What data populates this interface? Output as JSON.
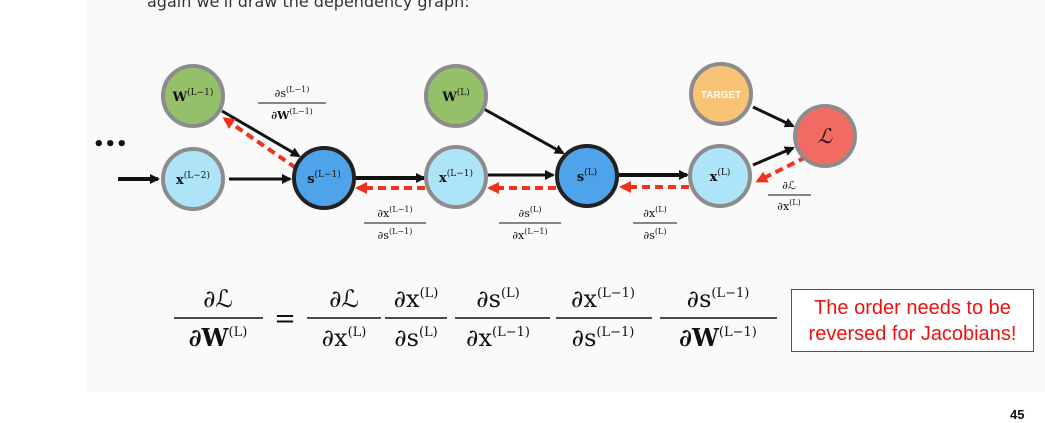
{
  "slide": {
    "intro_text": "again we'll draw the dependency graph:",
    "ellipsis": "•••",
    "page_number": "45",
    "note_line1": "The order needs to be",
    "note_line2": "reversed for Jacobians!"
  },
  "nodes": {
    "w_prev": {
      "base": "W",
      "sup": "(L−1)"
    },
    "w_curr": {
      "base": "W",
      "sup": "(L)"
    },
    "target": {
      "label": "TARGET"
    },
    "loss": {
      "label": "ℒ"
    },
    "x_prev2": {
      "base": "x",
      "sup": "(L−2)"
    },
    "s_prev": {
      "base": "s",
      "sup": "(L−1)"
    },
    "x_prev": {
      "base": "x",
      "sup": "(L−1)"
    },
    "s_curr": {
      "base": "s",
      "sup": "(L)"
    },
    "x_curr": {
      "base": "x",
      "sup": "(L)"
    }
  },
  "edge_labels": {
    "ds_dw": {
      "num": "∂s",
      "num_sup": "(L−1)",
      "den": "∂W",
      "den_sup": "(L−1)"
    },
    "dx_ds_prev": {
      "num": "∂x",
      "num_sup": "(L−1)",
      "den": "∂s",
      "den_sup": "(L−1)"
    },
    "ds_dx": {
      "num": "∂s",
      "num_sup": "(L)",
      "den": "∂x",
      "den_sup": "(L−1)"
    },
    "dx_ds_curr": {
      "num": "∂x",
      "num_sup": "(L)",
      "den": "∂s",
      "den_sup": "(L)"
    },
    "dl_dx": {
      "num": "∂ℒ",
      "den": "∂x",
      "den_sup": "(L)"
    }
  },
  "equation": {
    "lhs": {
      "num": "∂ℒ",
      "den": "∂W",
      "den_sup": "(L)"
    },
    "equals": "=",
    "terms": [
      {
        "num": "∂ℒ",
        "num_sup": "",
        "den": "∂x",
        "den_sup": "(L)"
      },
      {
        "num": "∂x",
        "num_sup": "(L)",
        "den": "∂s",
        "den_sup": "(L)"
      },
      {
        "num": "∂s",
        "num_sup": "(L)",
        "den": "∂x",
        "den_sup": "(L−1)"
      },
      {
        "num": "∂x",
        "num_sup": "(L−1)",
        "den": "∂s",
        "den_sup": "(L−1)"
      },
      {
        "num": "∂s",
        "num_sup": "(L−1)",
        "den": "∂W",
        "den_sup": "(L−1)"
      }
    ]
  },
  "colors": {
    "green": "#95c06a",
    "light_blue": "#aee4f7",
    "dark_blue": "#4fa3ea",
    "orange": "#f8c377",
    "red_node": "#f26b63",
    "node_stroke": "#8c8c8c",
    "dark_stroke": "#222222",
    "red_arrow": "#f0321f"
  }
}
